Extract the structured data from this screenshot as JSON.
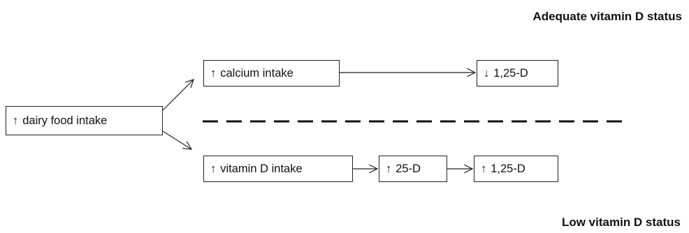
{
  "headings": {
    "top": "Adequate vitamin D status",
    "bottom": "Low vitamin D status"
  },
  "nodes": {
    "dairy": {
      "arrow": "↑",
      "label": "dairy food intake"
    },
    "calcium": {
      "arrow": "↑",
      "label": "calcium intake"
    },
    "calcitriol_down": {
      "arrow": "↓",
      "label": "1,25-D"
    },
    "vitd_intake": {
      "arrow": "↑",
      "label": "vitamin D intake"
    },
    "d25": {
      "arrow": "↑",
      "label": "25-D"
    },
    "calcitriol_up": {
      "arrow": "↑",
      "label": "1,25-D"
    }
  },
  "edges": [
    {
      "from": "dairy",
      "to": "calcium"
    },
    {
      "from": "dairy",
      "to": "vitd_intake"
    },
    {
      "from": "calcium",
      "to": "calcitriol_down"
    },
    {
      "from": "vitd_intake",
      "to": "d25"
    },
    {
      "from": "d25",
      "to": "calcitriol_up"
    }
  ],
  "divider": {
    "style": "dashed"
  },
  "colors": {
    "stroke": "#222222",
    "text": "#111111",
    "background": "#ffffff"
  }
}
